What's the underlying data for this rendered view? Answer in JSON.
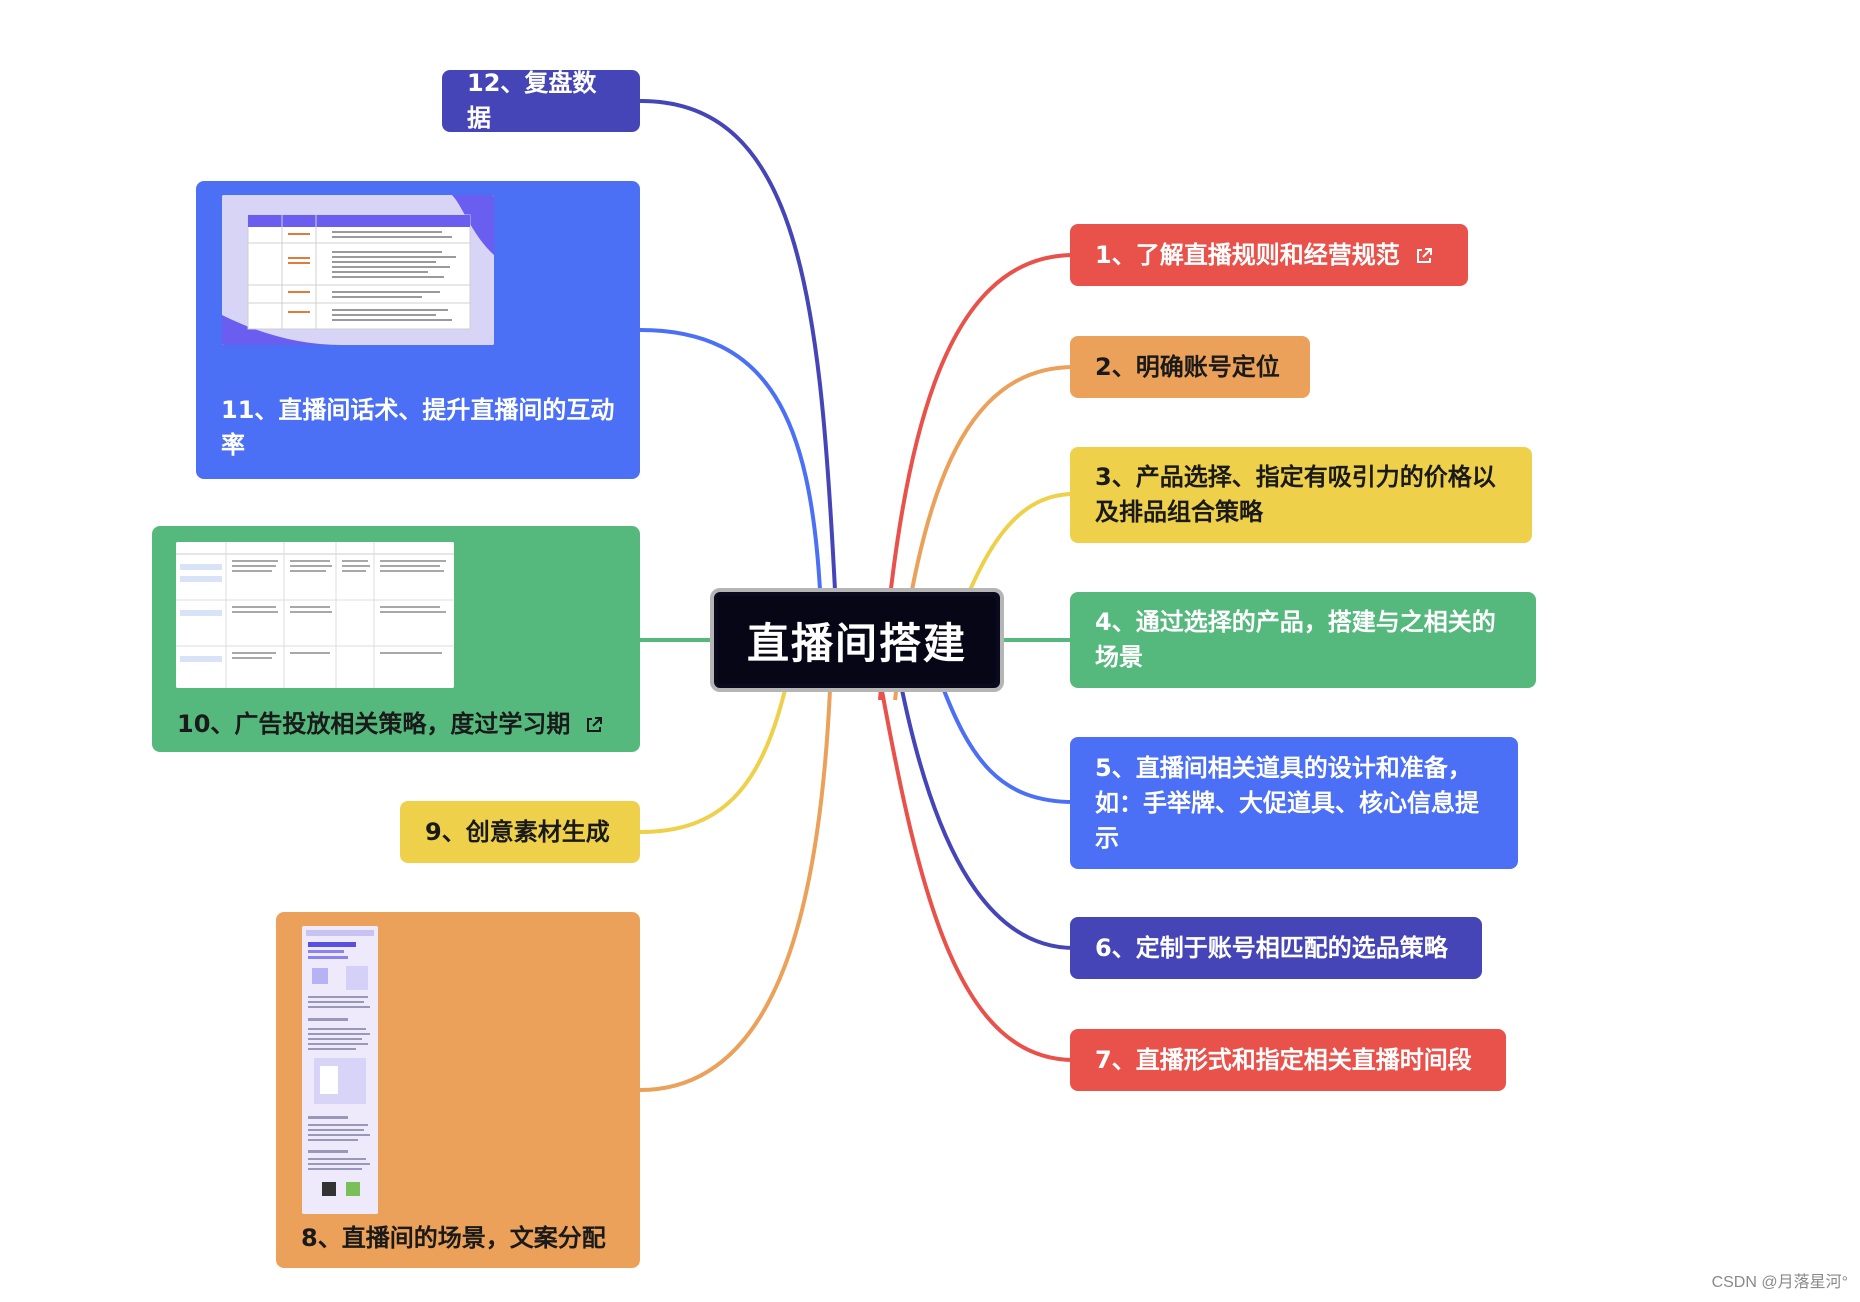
{
  "central": {
    "title": "直播间搭建"
  },
  "nodes": {
    "n1": {
      "label": "1、了解直播规则和经营规范",
      "color": "#e8524a",
      "has_link": true
    },
    "n2": {
      "label": "2、明确账号定位",
      "color": "#eba15a"
    },
    "n3": {
      "label": "3、产品选择、指定有吸引力的价格以及排品组合策略",
      "color": "#eed04b"
    },
    "n4": {
      "label": "4、通过选择的产品，搭建与之相关的场景",
      "color": "#55b97d"
    },
    "n5": {
      "label": "5、直播间相关道具的设计和准备，如：手举牌、大促道具、核心信息提示",
      "color": "#4b70f5"
    },
    "n6": {
      "label": "6、定制于账号相匹配的选品策略",
      "color": "#4545b7"
    },
    "n7": {
      "label": "7、直播形式和指定相关直播时间段",
      "color": "#e8524a"
    },
    "n8": {
      "label": "8、直播间的场景，文案分配",
      "color": "#eba15a"
    },
    "n9": {
      "label": "9、创意素材生成",
      "color": "#eed04b"
    },
    "n10": {
      "label": "10、广告投放相关策略，度过学习期",
      "color": "#55b97d",
      "has_link": true
    },
    "n11": {
      "label": "11、直播间话术、提升直播间的互动率",
      "color": "#4b70f5"
    },
    "n12": {
      "label": "12、复盘数据",
      "color": "#4545b7"
    }
  },
  "watermark": "CSDN @月落星河°",
  "icons": {
    "external_link": "external-link-icon"
  }
}
